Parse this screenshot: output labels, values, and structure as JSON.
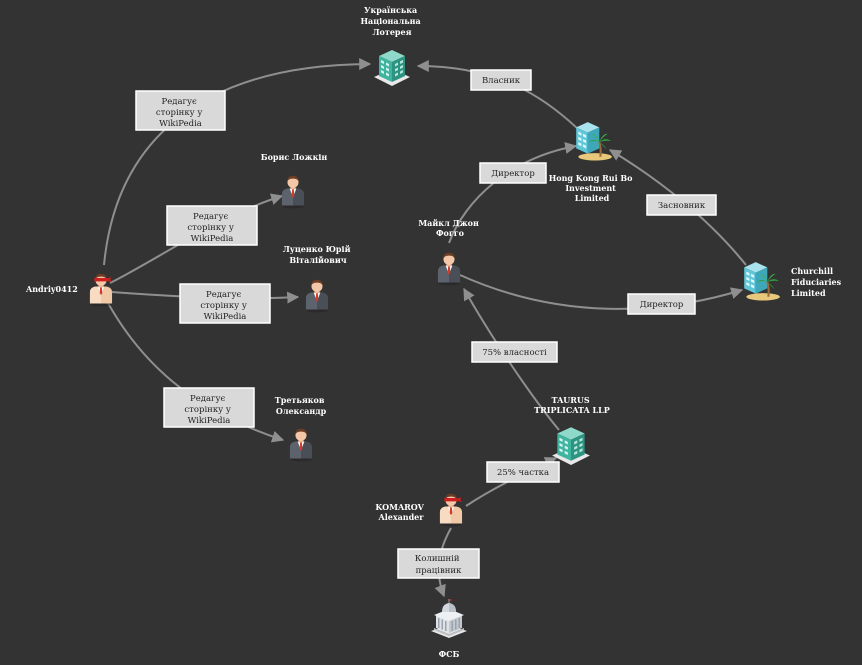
{
  "nodes": [
    {
      "id": "lottery",
      "label": [
        "Українська",
        "Національна",
        "Лотерея"
      ],
      "icon": "building-icon"
    },
    {
      "id": "hongkong",
      "label": [
        "Hong Kong Rui Bo",
        "Investment",
        "Limited"
      ],
      "icon": "offshore-company-icon"
    },
    {
      "id": "churchill",
      "label": [
        "Churchill",
        "Fiduciaries",
        "Limited"
      ],
      "icon": "offshore-company-icon"
    },
    {
      "id": "fogg",
      "label": [
        "Майкл Джон",
        "Фогго"
      ],
      "icon": "person-icon"
    },
    {
      "id": "andriy",
      "label": [
        "Andriy0412"
      ],
      "icon": "masked-person-icon"
    },
    {
      "id": "lozhkin",
      "label": [
        "Борис Ложкін"
      ],
      "icon": "person-icon"
    },
    {
      "id": "lutsenko",
      "label": [
        "Луценко Юрій",
        "Віталійович"
      ],
      "icon": "person-icon"
    },
    {
      "id": "tretyakov",
      "label": [
        "Третьяков",
        "Олександр"
      ],
      "icon": "person-icon"
    },
    {
      "id": "taurus",
      "label": [
        "TAURUS",
        "TRIPLICATA LLP"
      ],
      "icon": "building-icon"
    },
    {
      "id": "komarov",
      "label": [
        "KOMAROV",
        "Alexander"
      ],
      "icon": "masked-person-icon"
    },
    {
      "id": "fsb",
      "label": [
        "ФСБ"
      ],
      "icon": "government-building-icon"
    }
  ],
  "edges": [
    {
      "id": "andriy-lottery",
      "label": [
        "Редагує",
        "сторінку у",
        "WikiPedia"
      ]
    },
    {
      "id": "andriy-lozhkin",
      "label": [
        "Редагує",
        "сторінку у",
        "WikiPedia"
      ]
    },
    {
      "id": "andriy-lutsenko",
      "label": [
        "Редагує",
        "сторінку у",
        "WikiPedia"
      ]
    },
    {
      "id": "andriy-tretyakov",
      "label": [
        "Редагує",
        "сторінку у",
        "WikiPedia"
      ]
    },
    {
      "id": "hongkong-lottery",
      "label": [
        "Власник"
      ]
    },
    {
      "id": "fogg-hongkong",
      "label": [
        "Директор"
      ]
    },
    {
      "id": "churchill-hongkong",
      "label": [
        "Засновник"
      ]
    },
    {
      "id": "fogg-churchill",
      "label": [
        "Директор"
      ]
    },
    {
      "id": "taurus-fogg",
      "label": [
        "75% власності"
      ]
    },
    {
      "id": "komarov-taurus",
      "label": [
        "25% частка"
      ]
    },
    {
      "id": "komarov-fsb",
      "label": [
        "Колишній",
        "працівник"
      ]
    }
  ],
  "colors": {
    "background": "#333333",
    "edge": "#8f8f8f",
    "box_fill": "#d9d9d9",
    "node_text": "#ffffff",
    "mask": "#cc1f1f",
    "building": "#3fb5a0",
    "offshore_building": "#5fc7d8",
    "palm": "#2e9e3a",
    "suit": "#4a4f57",
    "skin": "#f3c7a8"
  }
}
